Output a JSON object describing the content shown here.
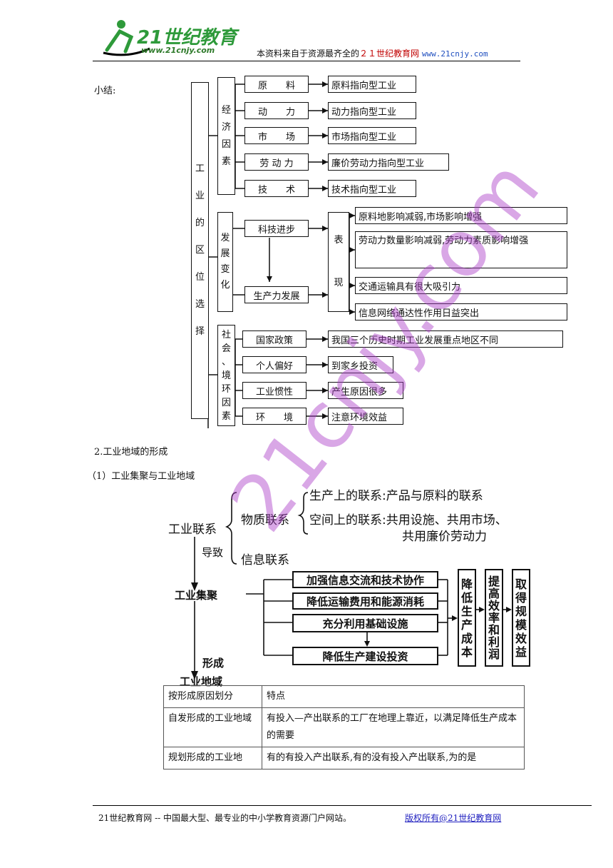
{
  "header": {
    "logo_text": "21世纪教育",
    "logo_url_text": "www.21cnjy.com",
    "tagline_prefix": "本资料来自于资源最齐全的",
    "tagline_brand": "２１世纪教育网",
    "tagline_url": "www.21cnjy.com"
  },
  "summary": {
    "label": "小结:",
    "root": [
      "工",
      "业",
      "的",
      "区",
      "位",
      "选",
      "择"
    ],
    "groups": [
      {
        "title": [
          "经",
          "济",
          "因",
          "素"
        ],
        "items": [
          {
            "factor": "原　　料",
            "result": "原料指向型工业"
          },
          {
            "factor": "动　　力",
            "result": "动力指向型工业"
          },
          {
            "factor": "市　　场",
            "result": "市场指向型工业"
          },
          {
            "factor": "劳 动 力",
            "result": "廉价劳动力指向型工业"
          },
          {
            "factor": "技　　术",
            "result": "技术指向型工业"
          }
        ]
      },
      {
        "title": [
          "发",
          "展",
          "变",
          "化"
        ],
        "steps": [
          "科技进步",
          "生产力发展"
        ],
        "bracket": [
          "表",
          "现"
        ],
        "results": [
          "原料地影响减弱,市场影响增强",
          "劳动力数量影响减弱,劳动力素质影响增强",
          "交通运输具有很大吸引力",
          "信息网络通达性作用日益突出"
        ]
      },
      {
        "title": [
          "社",
          "会",
          "、",
          "境",
          "环",
          "因",
          "素"
        ],
        "items": [
          {
            "factor": "国家政策",
            "result": "我国三个历史时期工业发展重点地区不同"
          },
          {
            "factor": "个人偏好",
            "result": "到家乡投资"
          },
          {
            "factor": "工业惯性",
            "result": "产生原因很多"
          },
          {
            "factor": "环　　境",
            "result": "注意环境效益"
          }
        ]
      }
    ]
  },
  "section2": {
    "heading": "2.工业地域的形成",
    "subheading": "（1）工业集聚与工业地域"
  },
  "diagram2": {
    "root": "工业联系",
    "branch1": "物质联系",
    "branch2": "信息联系",
    "leaf1": "生产上的联系:产品与原料的联系",
    "leaf2_line1": "空间上的联系:共用设施、共用市场、",
    "leaf2_line2": "共用廉价劳动力",
    "arrow1": "导致",
    "cluster": "工业集聚",
    "actions": [
      "加强信息交流和技术协作",
      "降低运输费用和能源消耗",
      "充分利用基础设施",
      "降低生产建设投资"
    ],
    "col1": [
      "降",
      "低",
      "生",
      "产",
      "成",
      "本"
    ],
    "col2": [
      "提",
      "高",
      "效",
      "率",
      "和",
      "利",
      "润"
    ],
    "col3": [
      "取",
      "得",
      "规",
      "模",
      "效",
      "益"
    ],
    "arrow2": "形成",
    "region": "工业地域"
  },
  "table": {
    "headers": [
      "按形成原因划分",
      "特点"
    ],
    "rows": [
      [
        "自发形成的工业地域",
        "有投入—产出联系的工厂在地理上靠近，以满足降低生产成本的需要"
      ],
      [
        "规划形成的工业地",
        "有的有投入产出联系,有的没有投入产出联系,为的是"
      ]
    ]
  },
  "watermark": "21cnjy.com",
  "footer": {
    "text": "21世纪教育网 -- 中国最大型、最专业的中小学教育资源门户网站。",
    "link": "版权所有@21世纪教育网"
  }
}
